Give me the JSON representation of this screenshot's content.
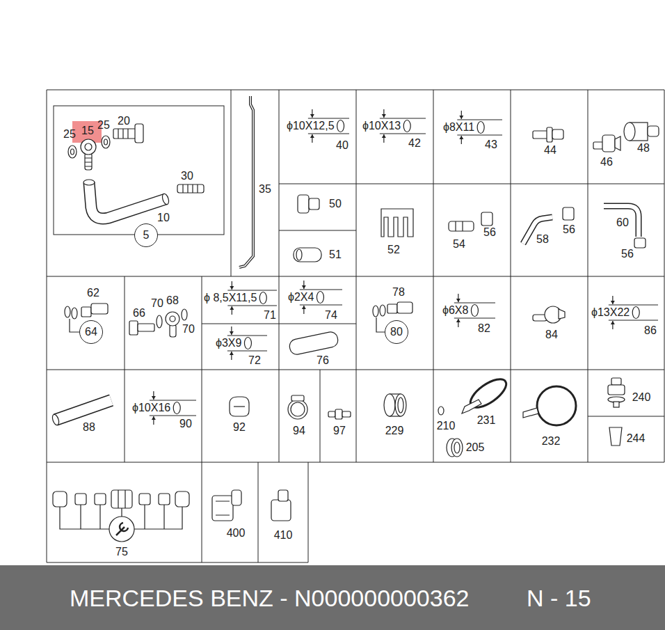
{
  "diagram": {
    "nodes": [
      {
        "text": [
          "5"
        ]
      },
      {
        "text": [
          "64"
        ]
      },
      {
        "text": [
          "80"
        ]
      },
      {
        "text": [
          "MERCEDES BENZ - N000000000362",
          "N - 15"
        ]
      }
    ],
    "labels": [
      "25",
      "15",
      "25",
      "20",
      "30",
      "10",
      "35",
      "ϕ10X12,5",
      "40",
      "ϕ10X13",
      "42",
      "ϕ8X11",
      "43",
      "44",
      "46",
      "48",
      "50",
      "51",
      "52",
      "54",
      "56",
      "58",
      "56",
      "60",
      "56",
      "62",
      "66",
      "70",
      "68",
      "70",
      "ϕ 8,5X11,5",
      "71",
      "ϕ2X4",
      "74",
      "ϕ3X9",
      "72",
      "76",
      "78",
      "ϕ6X8",
      "82",
      "84",
      "ϕ13X22",
      "86",
      "88",
      "ϕ10X16",
      "90",
      "92",
      "94",
      "97",
      "229",
      "210",
      "231",
      "205",
      "232",
      "240",
      "244",
      "75",
      "400",
      "410"
    ]
  }
}
